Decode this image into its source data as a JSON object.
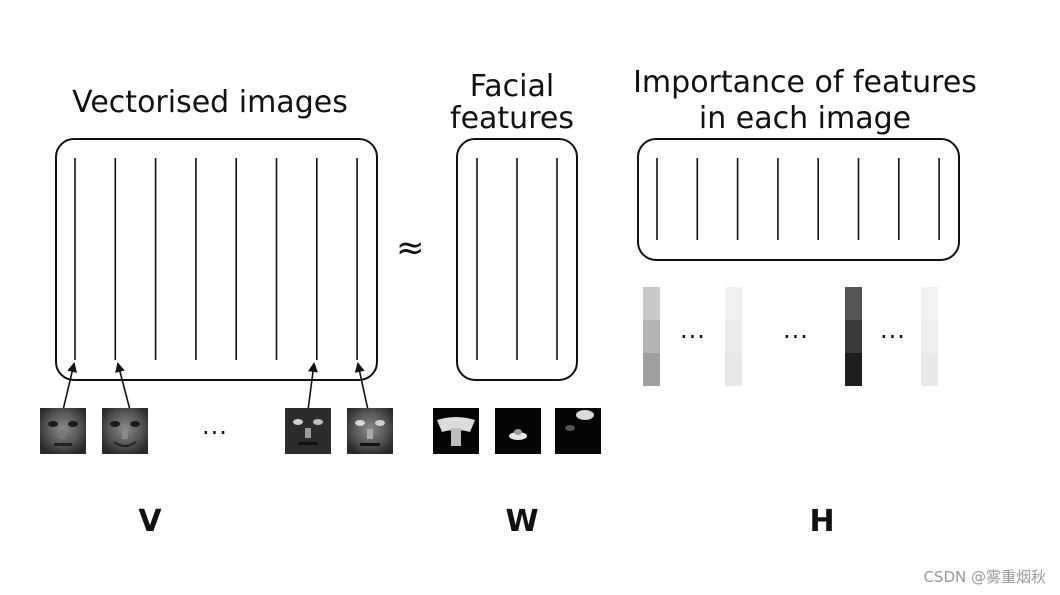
{
  "titles": {
    "vectorised": "Vectorised images",
    "facial_line1": "Facial",
    "facial_line2": "features",
    "importance_line1": "Importance of features",
    "importance_line2": "in each image"
  },
  "approx_symbol": "≈",
  "ellipsis": "...",
  "matrix_labels": {
    "v": "V",
    "w": "W",
    "h": "H"
  },
  "watermark": "CSDN @雾重烟秋",
  "v_matrix": {
    "columns": 8
  },
  "w_matrix": {
    "columns": 3
  },
  "h_matrix": {
    "columns": 8
  },
  "importance_strips": [
    {
      "shades": [
        "#c8c8c8",
        "#b4b4b4",
        "#a0a0a0"
      ]
    },
    {
      "shades": [
        "#f0f0f0",
        "#ececec",
        "#e8e8e8"
      ]
    },
    {
      "shades": [
        "#555555",
        "#3a3a3a",
        "#1e1e1e"
      ]
    },
    {
      "shades": [
        "#f2f2f2",
        "#eeeeee",
        "#e9e9e9"
      ]
    }
  ],
  "colors": {
    "stroke": "#111111",
    "background": "#ffffff"
  }
}
